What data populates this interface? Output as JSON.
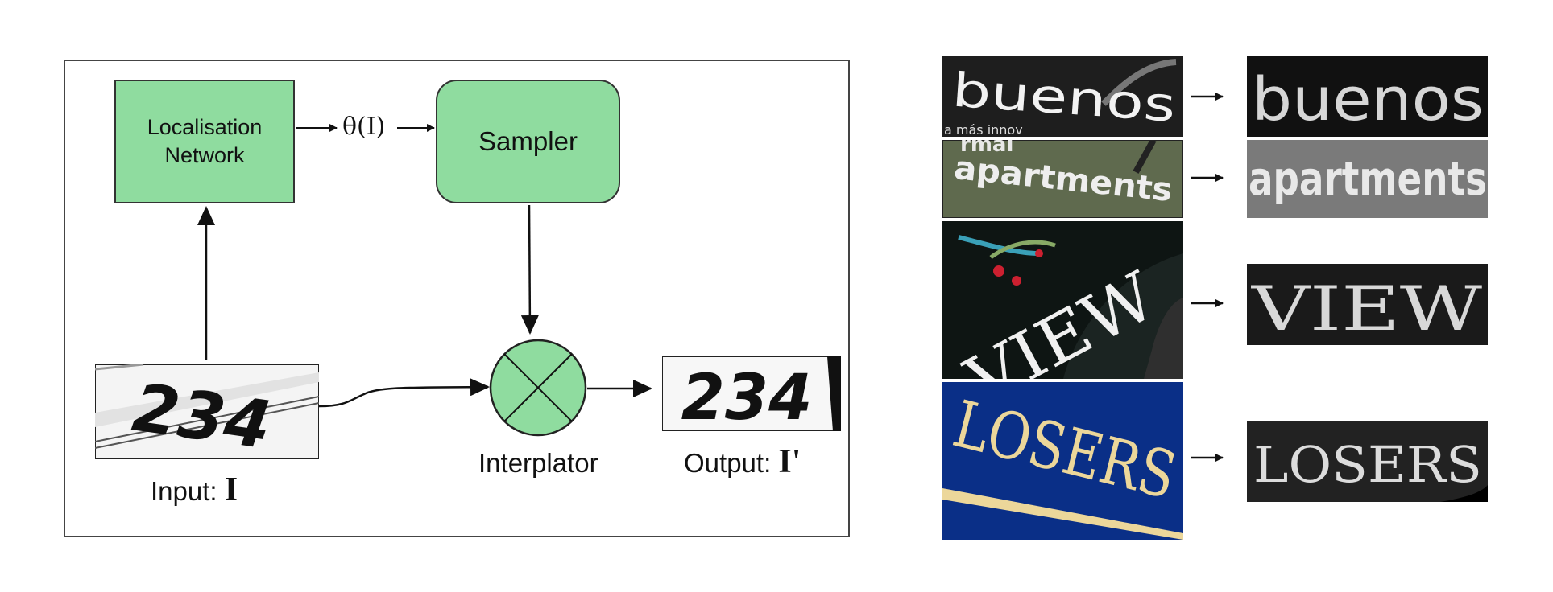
{
  "diagram": {
    "localisation_network": "Localisation\nNetwork",
    "theta": "θ(I)",
    "sampler": "Sampler",
    "interpolator": "Interplator",
    "input_label": "Input:",
    "input_symbol": "I",
    "output_label": "Output:",
    "output_symbol": "I'",
    "input_digits": "234",
    "output_digits": "234"
  },
  "examples": [
    {
      "input_text": "buenos",
      "input_subtext": "a más innov",
      "output_text": "buenos"
    },
    {
      "input_text": "apartments",
      "input_subtext": "rmal",
      "output_text": "apartments"
    },
    {
      "input_text": "VIEW",
      "output_text": "VIEW"
    },
    {
      "input_text": "LOSERS",
      "output_text": "LOSERS"
    }
  ],
  "colors": {
    "box_fill": "#8fdc9f",
    "stroke": "#222222",
    "blue_sign": "#0a2f87",
    "gold_text": "#ecd79a"
  }
}
